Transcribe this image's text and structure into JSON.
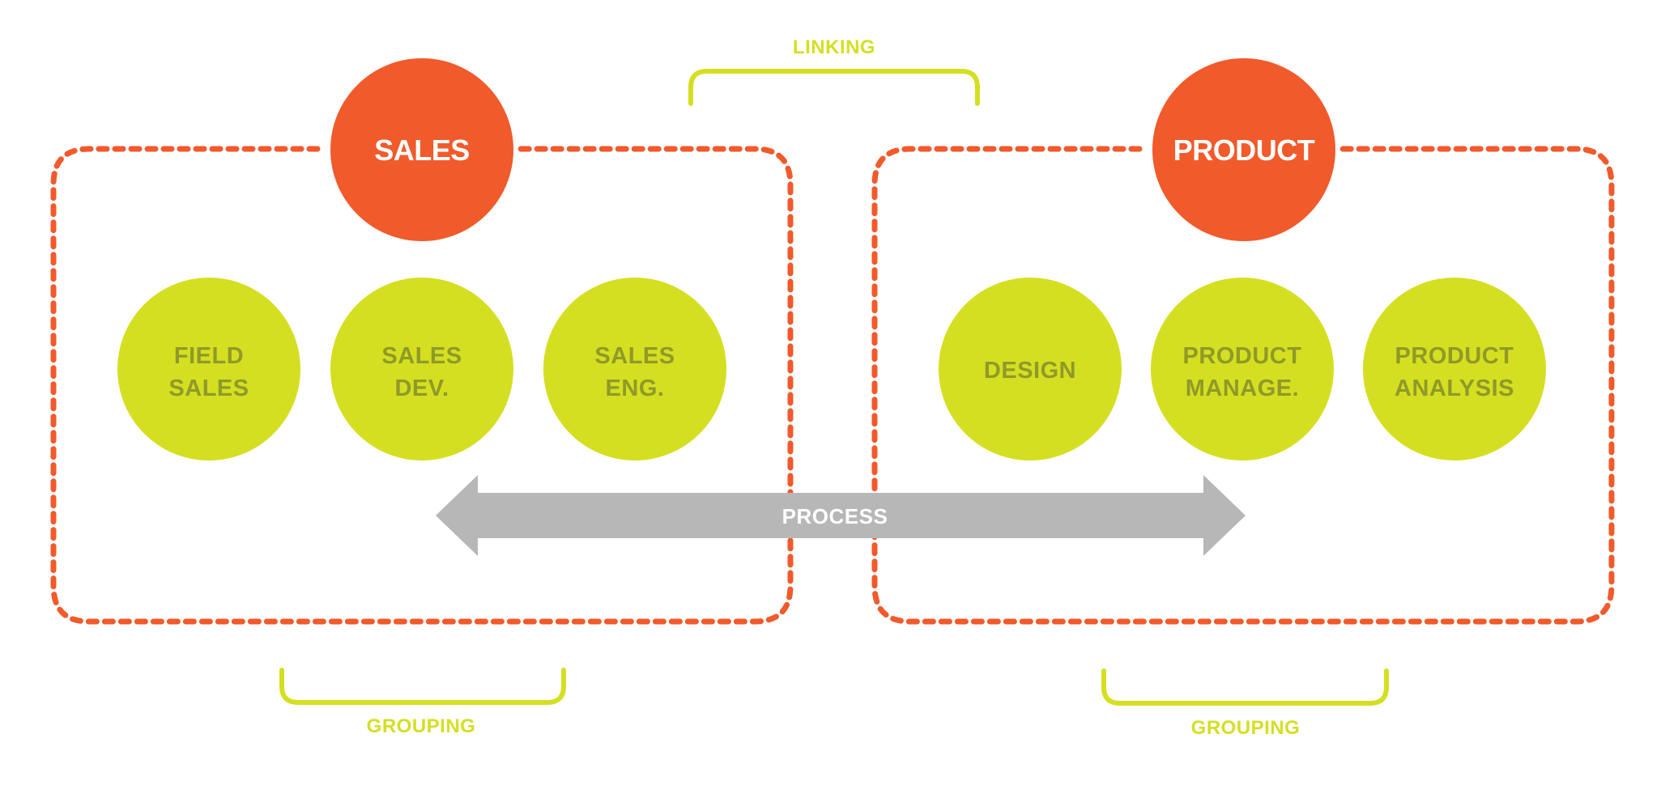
{
  "colors": {
    "orange": "#f15a2b",
    "lime": "#d5df21",
    "lime_text": "#8f9a28",
    "gray": "#b7b7b7",
    "white": "#ffffff"
  },
  "labels": {
    "linking": "LINKING",
    "process": "PROCESS",
    "grouping_left": "GROUPING",
    "grouping_right": "GROUPING"
  },
  "groups": [
    {
      "title": "SALES",
      "teams": [
        {
          "lines": [
            "FIELD",
            "SALES"
          ]
        },
        {
          "lines": [
            "SALES",
            "DEV."
          ]
        },
        {
          "lines": [
            "SALES",
            "ENG."
          ]
        }
      ]
    },
    {
      "title": "PRODUCT",
      "teams": [
        {
          "lines": [
            "DESIGN"
          ]
        },
        {
          "lines": [
            "PRODUCT",
            "MANAGE."
          ]
        },
        {
          "lines": [
            "PRODUCT",
            "ANALYSIS"
          ]
        }
      ]
    }
  ]
}
